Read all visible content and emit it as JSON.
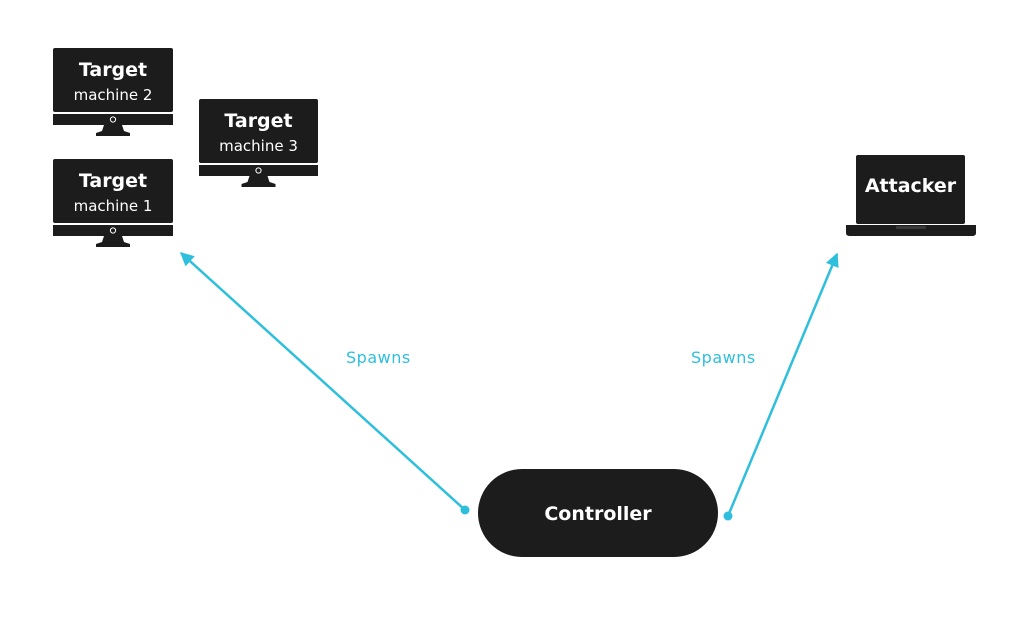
{
  "nodes": {
    "target_machine_2": {
      "title": "Target",
      "subtitle": "machine 2"
    },
    "target_machine_3": {
      "title": "Target",
      "subtitle": "machine 3"
    },
    "target_machine_1": {
      "title": "Target",
      "subtitle": "machine 1"
    },
    "attacker": {
      "title": "Attacker"
    },
    "controller": {
      "label": "Controller"
    }
  },
  "edges": [
    {
      "from": "controller",
      "to": "target_machine_1",
      "label": "Spawns"
    },
    {
      "from": "controller",
      "to": "attacker",
      "label": "Spawns"
    }
  ],
  "colors": {
    "node_fill": "#1c1c1c",
    "text": "#ffffff",
    "arrow": "#2ebfdc",
    "background": "#ffffff"
  }
}
